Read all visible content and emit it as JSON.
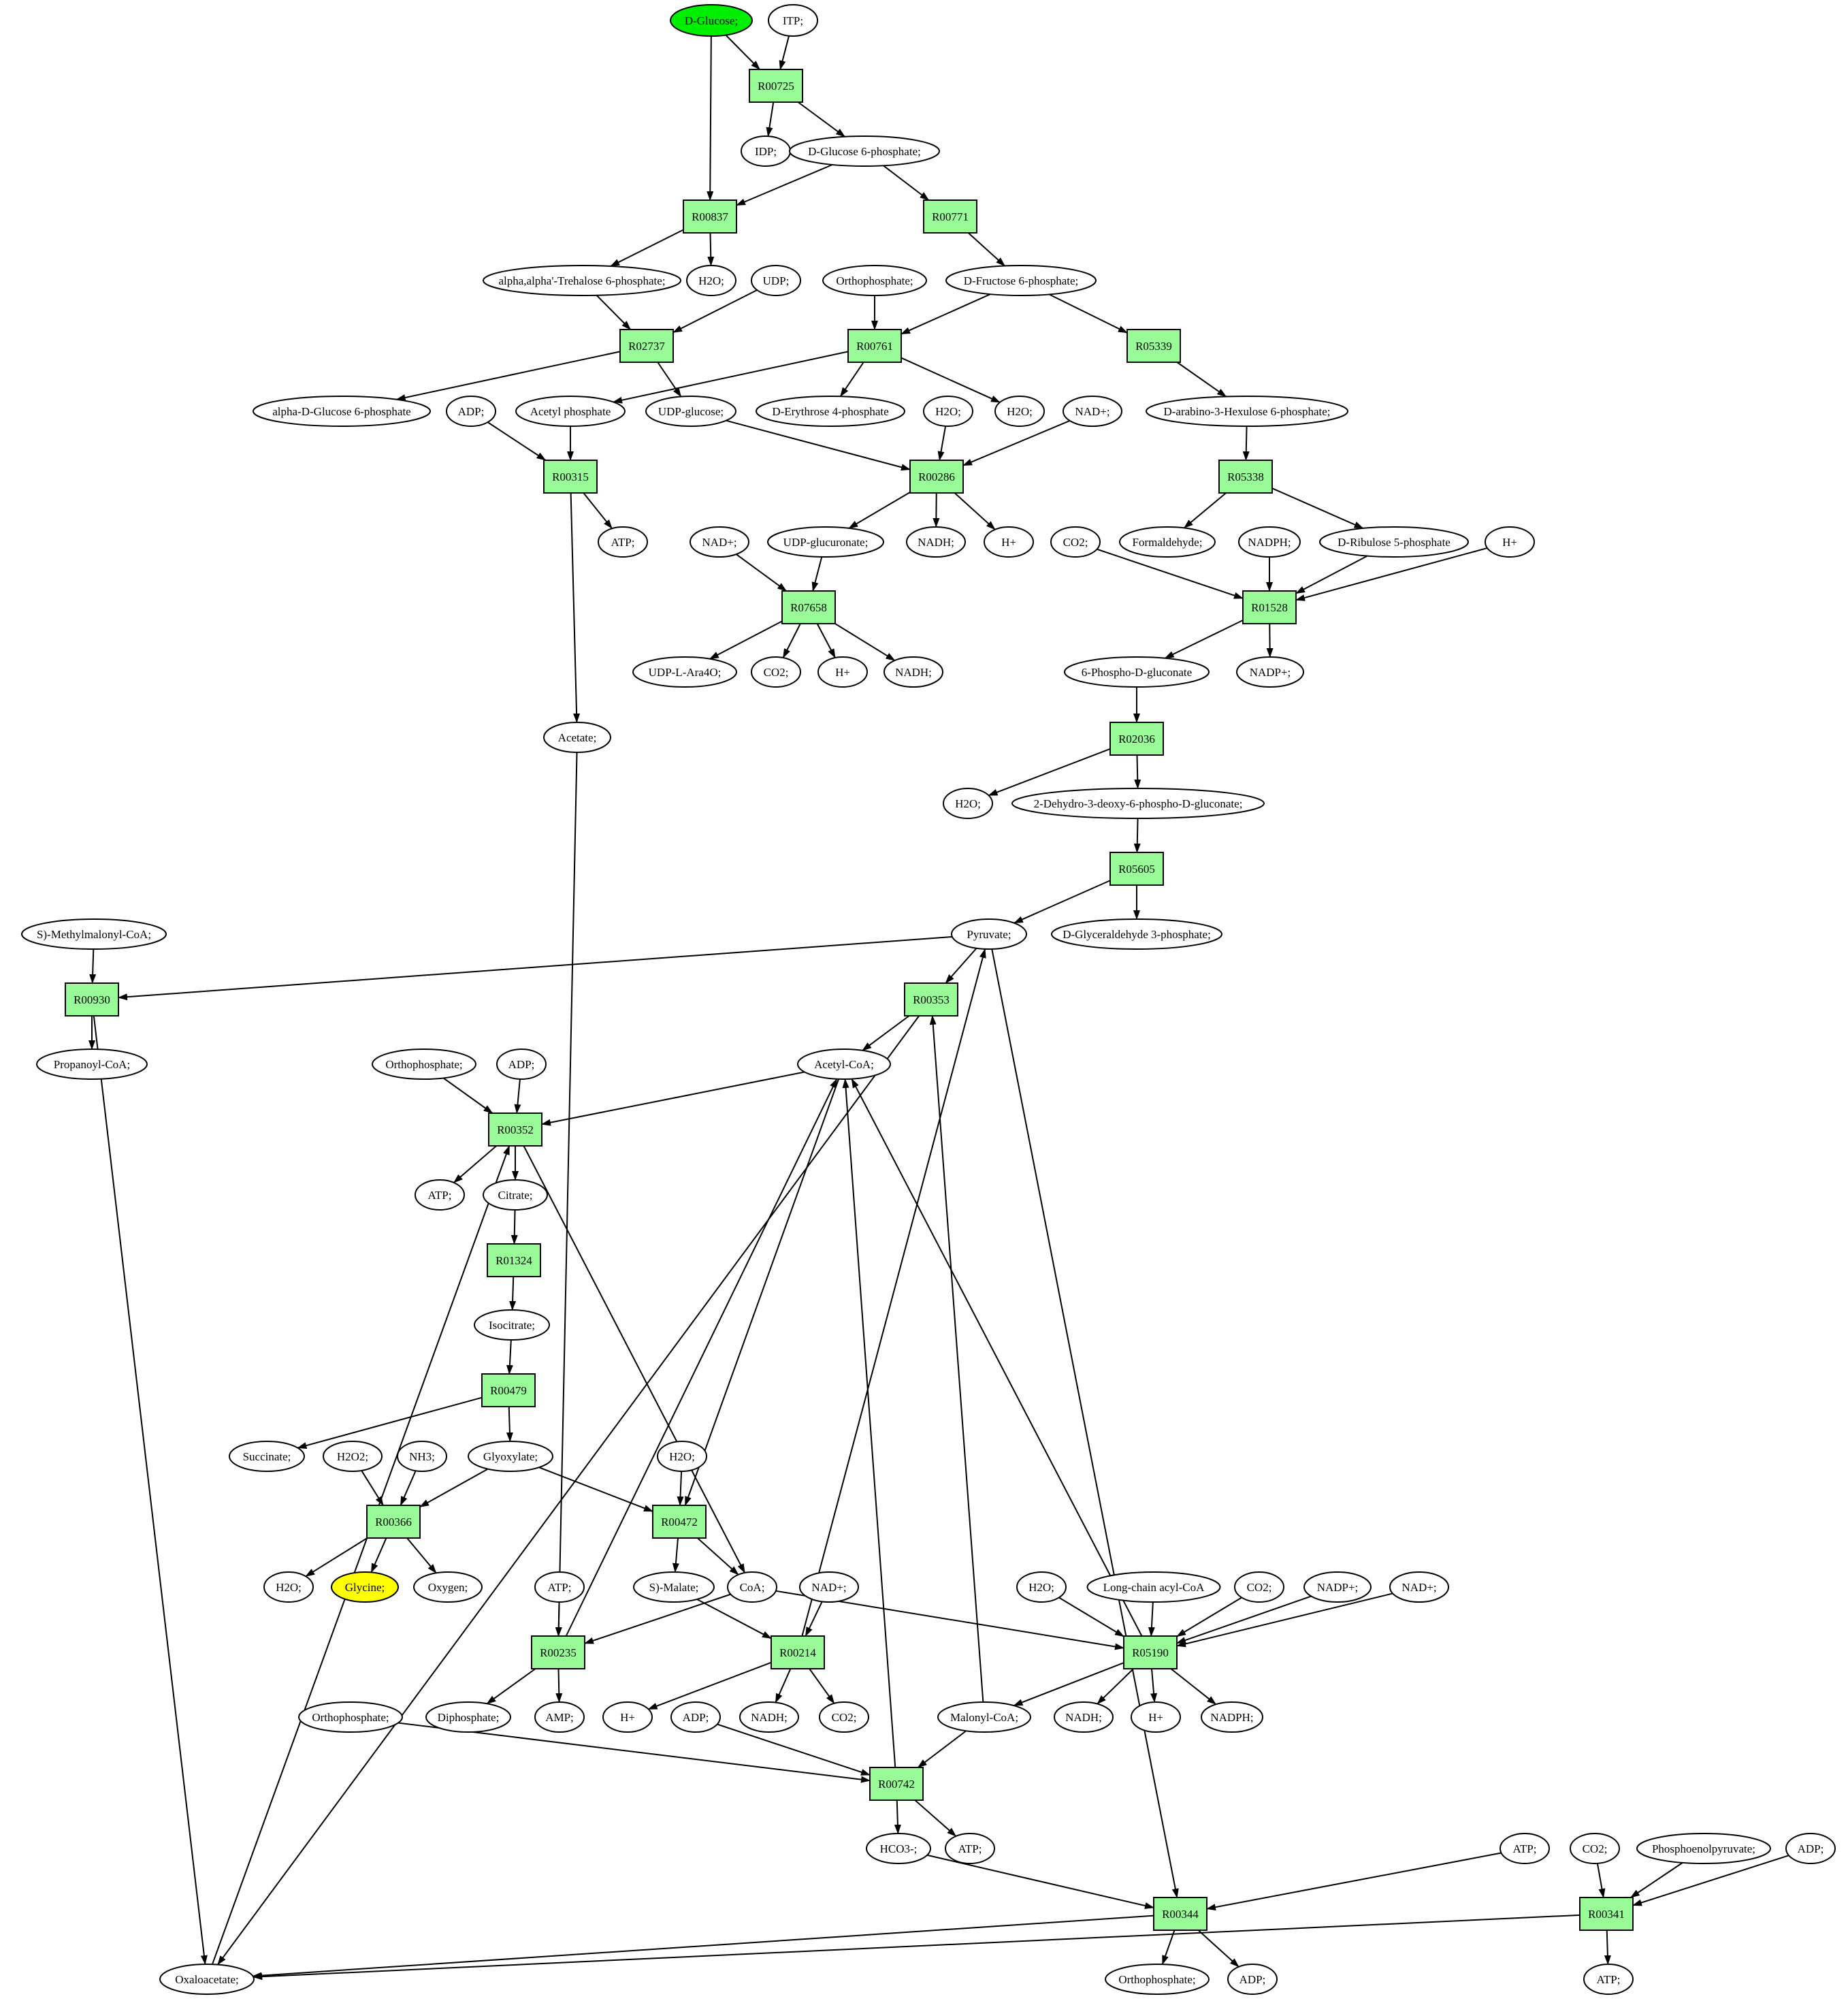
{
  "colors": {
    "reaction_fill": "#98fb98",
    "compound_fill": "#ffffff",
    "start_fill": "#00ee00",
    "target_fill": "#ffff00",
    "stroke": "#000000"
  },
  "nodes": [
    {
      "id": "glc",
      "label": "D-Glucose;",
      "kind": "start"
    },
    {
      "id": "itp",
      "label": "ITP;",
      "kind": "compound"
    },
    {
      "id": "R00725",
      "label": "R00725",
      "kind": "reaction"
    },
    {
      "id": "idp",
      "label": "IDP;",
      "kind": "compound"
    },
    {
      "id": "g6p",
      "label": "D-Glucose 6-phosphate;",
      "kind": "compound"
    },
    {
      "id": "R00837",
      "label": "R00837",
      "kind": "reaction"
    },
    {
      "id": "R00771",
      "label": "R00771",
      "kind": "reaction"
    },
    {
      "id": "tre6p",
      "label": "alpha,alpha'-Trehalose 6-phosphate;",
      "kind": "compound"
    },
    {
      "id": "h2o_a",
      "label": "H2O;",
      "kind": "compound"
    },
    {
      "id": "udp",
      "label": "UDP;",
      "kind": "compound"
    },
    {
      "id": "orth_a",
      "label": "Orthophosphate;",
      "kind": "compound"
    },
    {
      "id": "f6p",
      "label": "D-Fructose 6-phosphate;",
      "kind": "compound"
    },
    {
      "id": "R02737",
      "label": "R02737",
      "kind": "reaction"
    },
    {
      "id": "R00761",
      "label": "R00761",
      "kind": "reaction"
    },
    {
      "id": "R05339",
      "label": "R05339",
      "kind": "reaction"
    },
    {
      "id": "adg6p",
      "label": "alpha-D-Glucose 6-phosphate",
      "kind": "compound"
    },
    {
      "id": "adp_a",
      "label": "ADP;",
      "kind": "compound"
    },
    {
      "id": "acp",
      "label": "Acetyl phosphate",
      "kind": "compound"
    },
    {
      "id": "udpg",
      "label": "UDP-glucose;",
      "kind": "compound"
    },
    {
      "id": "e4p",
      "label": "D-Erythrose 4-phosphate",
      "kind": "compound"
    },
    {
      "id": "h2o_b",
      "label": "H2O;",
      "kind": "compound"
    },
    {
      "id": "h2o_c",
      "label": "H2O;",
      "kind": "compound"
    },
    {
      "id": "nad_a",
      "label": "NAD+;",
      "kind": "compound"
    },
    {
      "id": "hex6p",
      "label": "D-arabino-3-Hexulose 6-phosphate;",
      "kind": "compound"
    },
    {
      "id": "R00315",
      "label": "R00315",
      "kind": "reaction"
    },
    {
      "id": "R00286",
      "label": "R00286",
      "kind": "reaction"
    },
    {
      "id": "R05338",
      "label": "R05338",
      "kind": "reaction"
    },
    {
      "id": "atp_a",
      "label": "ATP;",
      "kind": "compound"
    },
    {
      "id": "nad_b",
      "label": "NAD+;",
      "kind": "compound"
    },
    {
      "id": "udpgluc",
      "label": "UDP-glucuronate;",
      "kind": "compound"
    },
    {
      "id": "nadh_a",
      "label": "NADH;",
      "kind": "compound"
    },
    {
      "id": "hp_a",
      "label": "H+",
      "kind": "compound"
    },
    {
      "id": "co2_a",
      "label": "CO2;",
      "kind": "compound"
    },
    {
      "id": "formald",
      "label": "Formaldehyde;",
      "kind": "compound"
    },
    {
      "id": "nadph_a",
      "label": "NADPH;",
      "kind": "compound"
    },
    {
      "id": "ru5p",
      "label": "D-Ribulose 5-phosphate",
      "kind": "compound"
    },
    {
      "id": "hp_b",
      "label": "H+",
      "kind": "compound"
    },
    {
      "id": "R07658",
      "label": "R07658",
      "kind": "reaction"
    },
    {
      "id": "R01528",
      "label": "R01528",
      "kind": "reaction"
    },
    {
      "id": "udpara",
      "label": "UDP-L-Ara4O;",
      "kind": "compound"
    },
    {
      "id": "co2_b",
      "label": "CO2;",
      "kind": "compound"
    },
    {
      "id": "hp_c",
      "label": "H+",
      "kind": "compound"
    },
    {
      "id": "nadh_b",
      "label": "NADH;",
      "kind": "compound"
    },
    {
      "id": "pgluc",
      "label": "6-Phospho-D-gluconate",
      "kind": "compound"
    },
    {
      "id": "nadp_a",
      "label": "NADP+;",
      "kind": "compound"
    },
    {
      "id": "acet",
      "label": "Acetate;",
      "kind": "compound"
    },
    {
      "id": "R02036",
      "label": "R02036",
      "kind": "reaction"
    },
    {
      "id": "h2o_d",
      "label": "H2O;",
      "kind": "compound"
    },
    {
      "id": "kdpg",
      "label": "2-Dehydro-3-deoxy-6-phospho-D-gluconate;",
      "kind": "compound"
    },
    {
      "id": "R05605",
      "label": "R05605",
      "kind": "reaction"
    },
    {
      "id": "smm",
      "label": "S)-Methylmalonyl-CoA;",
      "kind": "compound"
    },
    {
      "id": "pyr",
      "label": "Pyruvate;",
      "kind": "compound"
    },
    {
      "id": "g3p",
      "label": "D-Glyceraldehyde 3-phosphate;",
      "kind": "compound"
    },
    {
      "id": "R00930",
      "label": "R00930",
      "kind": "reaction"
    },
    {
      "id": "R00353",
      "label": "R00353",
      "kind": "reaction"
    },
    {
      "id": "propcoa",
      "label": "Propanoyl-CoA;",
      "kind": "compound"
    },
    {
      "id": "orth_b",
      "label": "Orthophosphate;",
      "kind": "compound"
    },
    {
      "id": "adp_b",
      "label": "ADP;",
      "kind": "compound"
    },
    {
      "id": "accoa",
      "label": "Acetyl-CoA;",
      "kind": "compound"
    },
    {
      "id": "R00352",
      "label": "R00352",
      "kind": "reaction"
    },
    {
      "id": "atp_b",
      "label": "ATP;",
      "kind": "compound"
    },
    {
      "id": "citr",
      "label": "Citrate;",
      "kind": "compound"
    },
    {
      "id": "R01324",
      "label": "R01324",
      "kind": "reaction"
    },
    {
      "id": "icit",
      "label": "Isocitrate;",
      "kind": "compound"
    },
    {
      "id": "R00479",
      "label": "R00479",
      "kind": "reaction"
    },
    {
      "id": "succ",
      "label": "Succinate;",
      "kind": "compound"
    },
    {
      "id": "h2o2",
      "label": "H2O2;",
      "kind": "compound"
    },
    {
      "id": "nh3",
      "label": "NH3;",
      "kind": "compound"
    },
    {
      "id": "glyox",
      "label": "Glyoxylate;",
      "kind": "compound"
    },
    {
      "id": "h2o_e",
      "label": "H2O;",
      "kind": "compound"
    },
    {
      "id": "R00366",
      "label": "R00366",
      "kind": "reaction"
    },
    {
      "id": "R00472",
      "label": "R00472",
      "kind": "reaction"
    },
    {
      "id": "h2o_f",
      "label": "H2O;",
      "kind": "compound"
    },
    {
      "id": "gly",
      "label": "Glycine;",
      "kind": "target"
    },
    {
      "id": "oxy",
      "label": "Oxygen;",
      "kind": "compound"
    },
    {
      "id": "atp_c",
      "label": "ATP;",
      "kind": "compound"
    },
    {
      "id": "smal",
      "label": "S)-Malate;",
      "kind": "compound"
    },
    {
      "id": "coa",
      "label": "CoA;",
      "kind": "compound"
    },
    {
      "id": "nad_c",
      "label": "NAD+;",
      "kind": "compound"
    },
    {
      "id": "h2o_g",
      "label": "H2O;",
      "kind": "compound"
    },
    {
      "id": "lcacoa",
      "label": "Long-chain acyl-CoA",
      "kind": "compound"
    },
    {
      "id": "co2_c",
      "label": "CO2;",
      "kind": "compound"
    },
    {
      "id": "nadp_b",
      "label": "NADP+;",
      "kind": "compound"
    },
    {
      "id": "nad_d",
      "label": "NAD+;",
      "kind": "compound"
    },
    {
      "id": "R00235",
      "label": "R00235",
      "kind": "reaction"
    },
    {
      "id": "R00214",
      "label": "R00214",
      "kind": "reaction"
    },
    {
      "id": "R05190",
      "label": "R05190",
      "kind": "reaction"
    },
    {
      "id": "orth_c",
      "label": "Orthophosphate;",
      "kind": "compound"
    },
    {
      "id": "diph",
      "label": "Diphosphate;",
      "kind": "compound"
    },
    {
      "id": "amp",
      "label": "AMP;",
      "kind": "compound"
    },
    {
      "id": "hp_d",
      "label": "H+",
      "kind": "compound"
    },
    {
      "id": "adp_c",
      "label": "ADP;",
      "kind": "compound"
    },
    {
      "id": "nadh_c",
      "label": "NADH;",
      "kind": "compound"
    },
    {
      "id": "co2_d",
      "label": "CO2;",
      "kind": "compound"
    },
    {
      "id": "malcoa",
      "label": "Malonyl-CoA;",
      "kind": "compound"
    },
    {
      "id": "nadh_d",
      "label": "NADH;",
      "kind": "compound"
    },
    {
      "id": "hp_e",
      "label": "H+",
      "kind": "compound"
    },
    {
      "id": "nadph_b",
      "label": "NADPH;",
      "kind": "compound"
    },
    {
      "id": "R00742",
      "label": "R00742",
      "kind": "reaction"
    },
    {
      "id": "hco3",
      "label": "HCO3-;",
      "kind": "compound"
    },
    {
      "id": "atp_d",
      "label": "ATP;",
      "kind": "compound"
    },
    {
      "id": "atp_e",
      "label": "ATP;",
      "kind": "compound"
    },
    {
      "id": "co2_e",
      "label": "CO2;",
      "kind": "compound"
    },
    {
      "id": "pep",
      "label": "Phosphoenolpyruvate;",
      "kind": "compound"
    },
    {
      "id": "adp_d",
      "label": "ADP;",
      "kind": "compound"
    },
    {
      "id": "R00344",
      "label": "R00344",
      "kind": "reaction"
    },
    {
      "id": "R00341",
      "label": "R00341",
      "kind": "reaction"
    },
    {
      "id": "oaa",
      "label": "Oxaloacetate;",
      "kind": "compound"
    },
    {
      "id": "orth_d",
      "label": "Orthophosphate;",
      "kind": "compound"
    },
    {
      "id": "adp_e",
      "label": "ADP;",
      "kind": "compound"
    },
    {
      "id": "atp_f",
      "label": "ATP;",
      "kind": "compound"
    }
  ],
  "edges": [
    [
      "glc",
      "R00725"
    ],
    [
      "itp",
      "R00725"
    ],
    [
      "R00725",
      "idp"
    ],
    [
      "R00725",
      "g6p"
    ],
    [
      "glc",
      "R00837"
    ],
    [
      "g6p",
      "R00837"
    ],
    [
      "g6p",
      "R00771"
    ],
    [
      "R00837",
      "tre6p"
    ],
    [
      "R00837",
      "h2o_a"
    ],
    [
      "R00771",
      "f6p"
    ],
    [
      "tre6p",
      "R02737"
    ],
    [
      "udp",
      "R02737"
    ],
    [
      "orth_a",
      "R00761"
    ],
    [
      "f6p",
      "R00761"
    ],
    [
      "f6p",
      "R05339"
    ],
    [
      "R02737",
      "adg6p"
    ],
    [
      "R02737",
      "udpg"
    ],
    [
      "R00761",
      "acp"
    ],
    [
      "R00761",
      "e4p"
    ],
    [
      "R00761",
      "h2o_c"
    ],
    [
      "R05339",
      "hex6p"
    ],
    [
      "adp_a",
      "R00315"
    ],
    [
      "acp",
      "R00315"
    ],
    [
      "R00315",
      "atp_a"
    ],
    [
      "R00315",
      "acet"
    ],
    [
      "udpg",
      "R00286"
    ],
    [
      "h2o_b",
      "R00286"
    ],
    [
      "nad_a",
      "R00286"
    ],
    [
      "R00286",
      "udpgluc"
    ],
    [
      "R00286",
      "nadh_a"
    ],
    [
      "R00286",
      "hp_a"
    ],
    [
      "hex6p",
      "R05338"
    ],
    [
      "R05338",
      "formald"
    ],
    [
      "R05338",
      "ru5p"
    ],
    [
      "nad_b",
      "R07658"
    ],
    [
      "udpgluc",
      "R07658"
    ],
    [
      "R07658",
      "udpara"
    ],
    [
      "R07658",
      "co2_b"
    ],
    [
      "R07658",
      "hp_c"
    ],
    [
      "R07658",
      "nadh_b"
    ],
    [
      "co2_a",
      "R01528"
    ],
    [
      "nadph_a",
      "R01528"
    ],
    [
      "ru5p",
      "R01528"
    ],
    [
      "hp_b",
      "R01528"
    ],
    [
      "R01528",
      "pgluc"
    ],
    [
      "R01528",
      "nadp_a"
    ],
    [
      "pgluc",
      "R02036"
    ],
    [
      "R02036",
      "h2o_d"
    ],
    [
      "R02036",
      "kdpg"
    ],
    [
      "kdpg",
      "R05605"
    ],
    [
      "R05605",
      "pyr"
    ],
    [
      "R05605",
      "g3p"
    ],
    [
      "smm",
      "R00930"
    ],
    [
      "pyr",
      "R00930"
    ],
    [
      "R00930",
      "propcoa"
    ],
    [
      "R00930",
      "oaa"
    ],
    [
      "pyr",
      "R00353"
    ],
    [
      "R00353",
      "accoa"
    ],
    [
      "R00353",
      "oaa"
    ],
    [
      "pyr",
      "R00344"
    ],
    [
      "orth_b",
      "R00352"
    ],
    [
      "adp_b",
      "R00352"
    ],
    [
      "accoa",
      "R00352"
    ],
    [
      "oaa",
      "R00352"
    ],
    [
      "R00352",
      "atp_b"
    ],
    [
      "R00352",
      "citr"
    ],
    [
      "R00352",
      "coa"
    ],
    [
      "citr",
      "R01324"
    ],
    [
      "R01324",
      "icit"
    ],
    [
      "icit",
      "R00479"
    ],
    [
      "R00479",
      "succ"
    ],
    [
      "R00479",
      "glyox"
    ],
    [
      "h2o2",
      "R00366"
    ],
    [
      "nh3",
      "R00366"
    ],
    [
      "glyox",
      "R00366"
    ],
    [
      "R00366",
      "h2o_f"
    ],
    [
      "R00366",
      "gly"
    ],
    [
      "R00366",
      "oxy"
    ],
    [
      "glyox",
      "R00472"
    ],
    [
      "h2o_e",
      "R00472"
    ],
    [
      "accoa",
      "R00472"
    ],
    [
      "R00472",
      "smal"
    ],
    [
      "R00472",
      "coa"
    ],
    [
      "atp_c",
      "R00235"
    ],
    [
      "acet",
      "R00235"
    ],
    [
      "coa",
      "R00235"
    ],
    [
      "R00235",
      "accoa"
    ],
    [
      "R00235",
      "diph"
    ],
    [
      "R00235",
      "amp"
    ],
    [
      "smal",
      "R00214"
    ],
    [
      "nad_c",
      "R00214"
    ],
    [
      "R00214",
      "hp_d"
    ],
    [
      "R00214",
      "nadh_c"
    ],
    [
      "R00214",
      "co2_d"
    ],
    [
      "R00214",
      "pyr"
    ],
    [
      "h2o_g",
      "R05190"
    ],
    [
      "lcacoa",
      "R05190"
    ],
    [
      "co2_c",
      "R05190"
    ],
    [
      "nadp_b",
      "R05190"
    ],
    [
      "nad_d",
      "R05190"
    ],
    [
      "coa",
      "R05190"
    ],
    [
      "R05190",
      "accoa"
    ],
    [
      "R05190",
      "malcoa"
    ],
    [
      "R05190",
      "nadh_d"
    ],
    [
      "R05190",
      "hp_e"
    ],
    [
      "R05190",
      "nadph_b"
    ],
    [
      "malcoa",
      "R00353"
    ],
    [
      "orth_c",
      "R00742"
    ],
    [
      "adp_c",
      "R00742"
    ],
    [
      "malcoa",
      "R00742"
    ],
    [
      "R00742",
      "accoa"
    ],
    [
      "R00742",
      "hco3"
    ],
    [
      "R00742",
      "atp_d"
    ],
    [
      "hco3",
      "R00344"
    ],
    [
      "atp_e",
      "R00344"
    ],
    [
      "R00344",
      "oaa"
    ],
    [
      "R00344",
      "orth_d"
    ],
    [
      "R00344",
      "adp_e"
    ],
    [
      "co2_e",
      "R00341"
    ],
    [
      "pep",
      "R00341"
    ],
    [
      "adp_d",
      "R00341"
    ],
    [
      "R00341",
      "oaa"
    ],
    [
      "R00341",
      "atp_f"
    ]
  ]
}
